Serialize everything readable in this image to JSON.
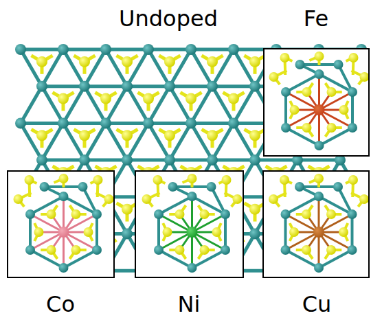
{
  "diagram": {
    "nodes": [
      {
        "text": [
          "Fe"
        ]
      },
      {
        "text": [
          "Co"
        ]
      },
      {
        "text": [
          "Ni"
        ]
      },
      {
        "text": [
          "Cu"
        ]
      }
    ],
    "labels": [
      "Undoped"
    ]
  }
}
